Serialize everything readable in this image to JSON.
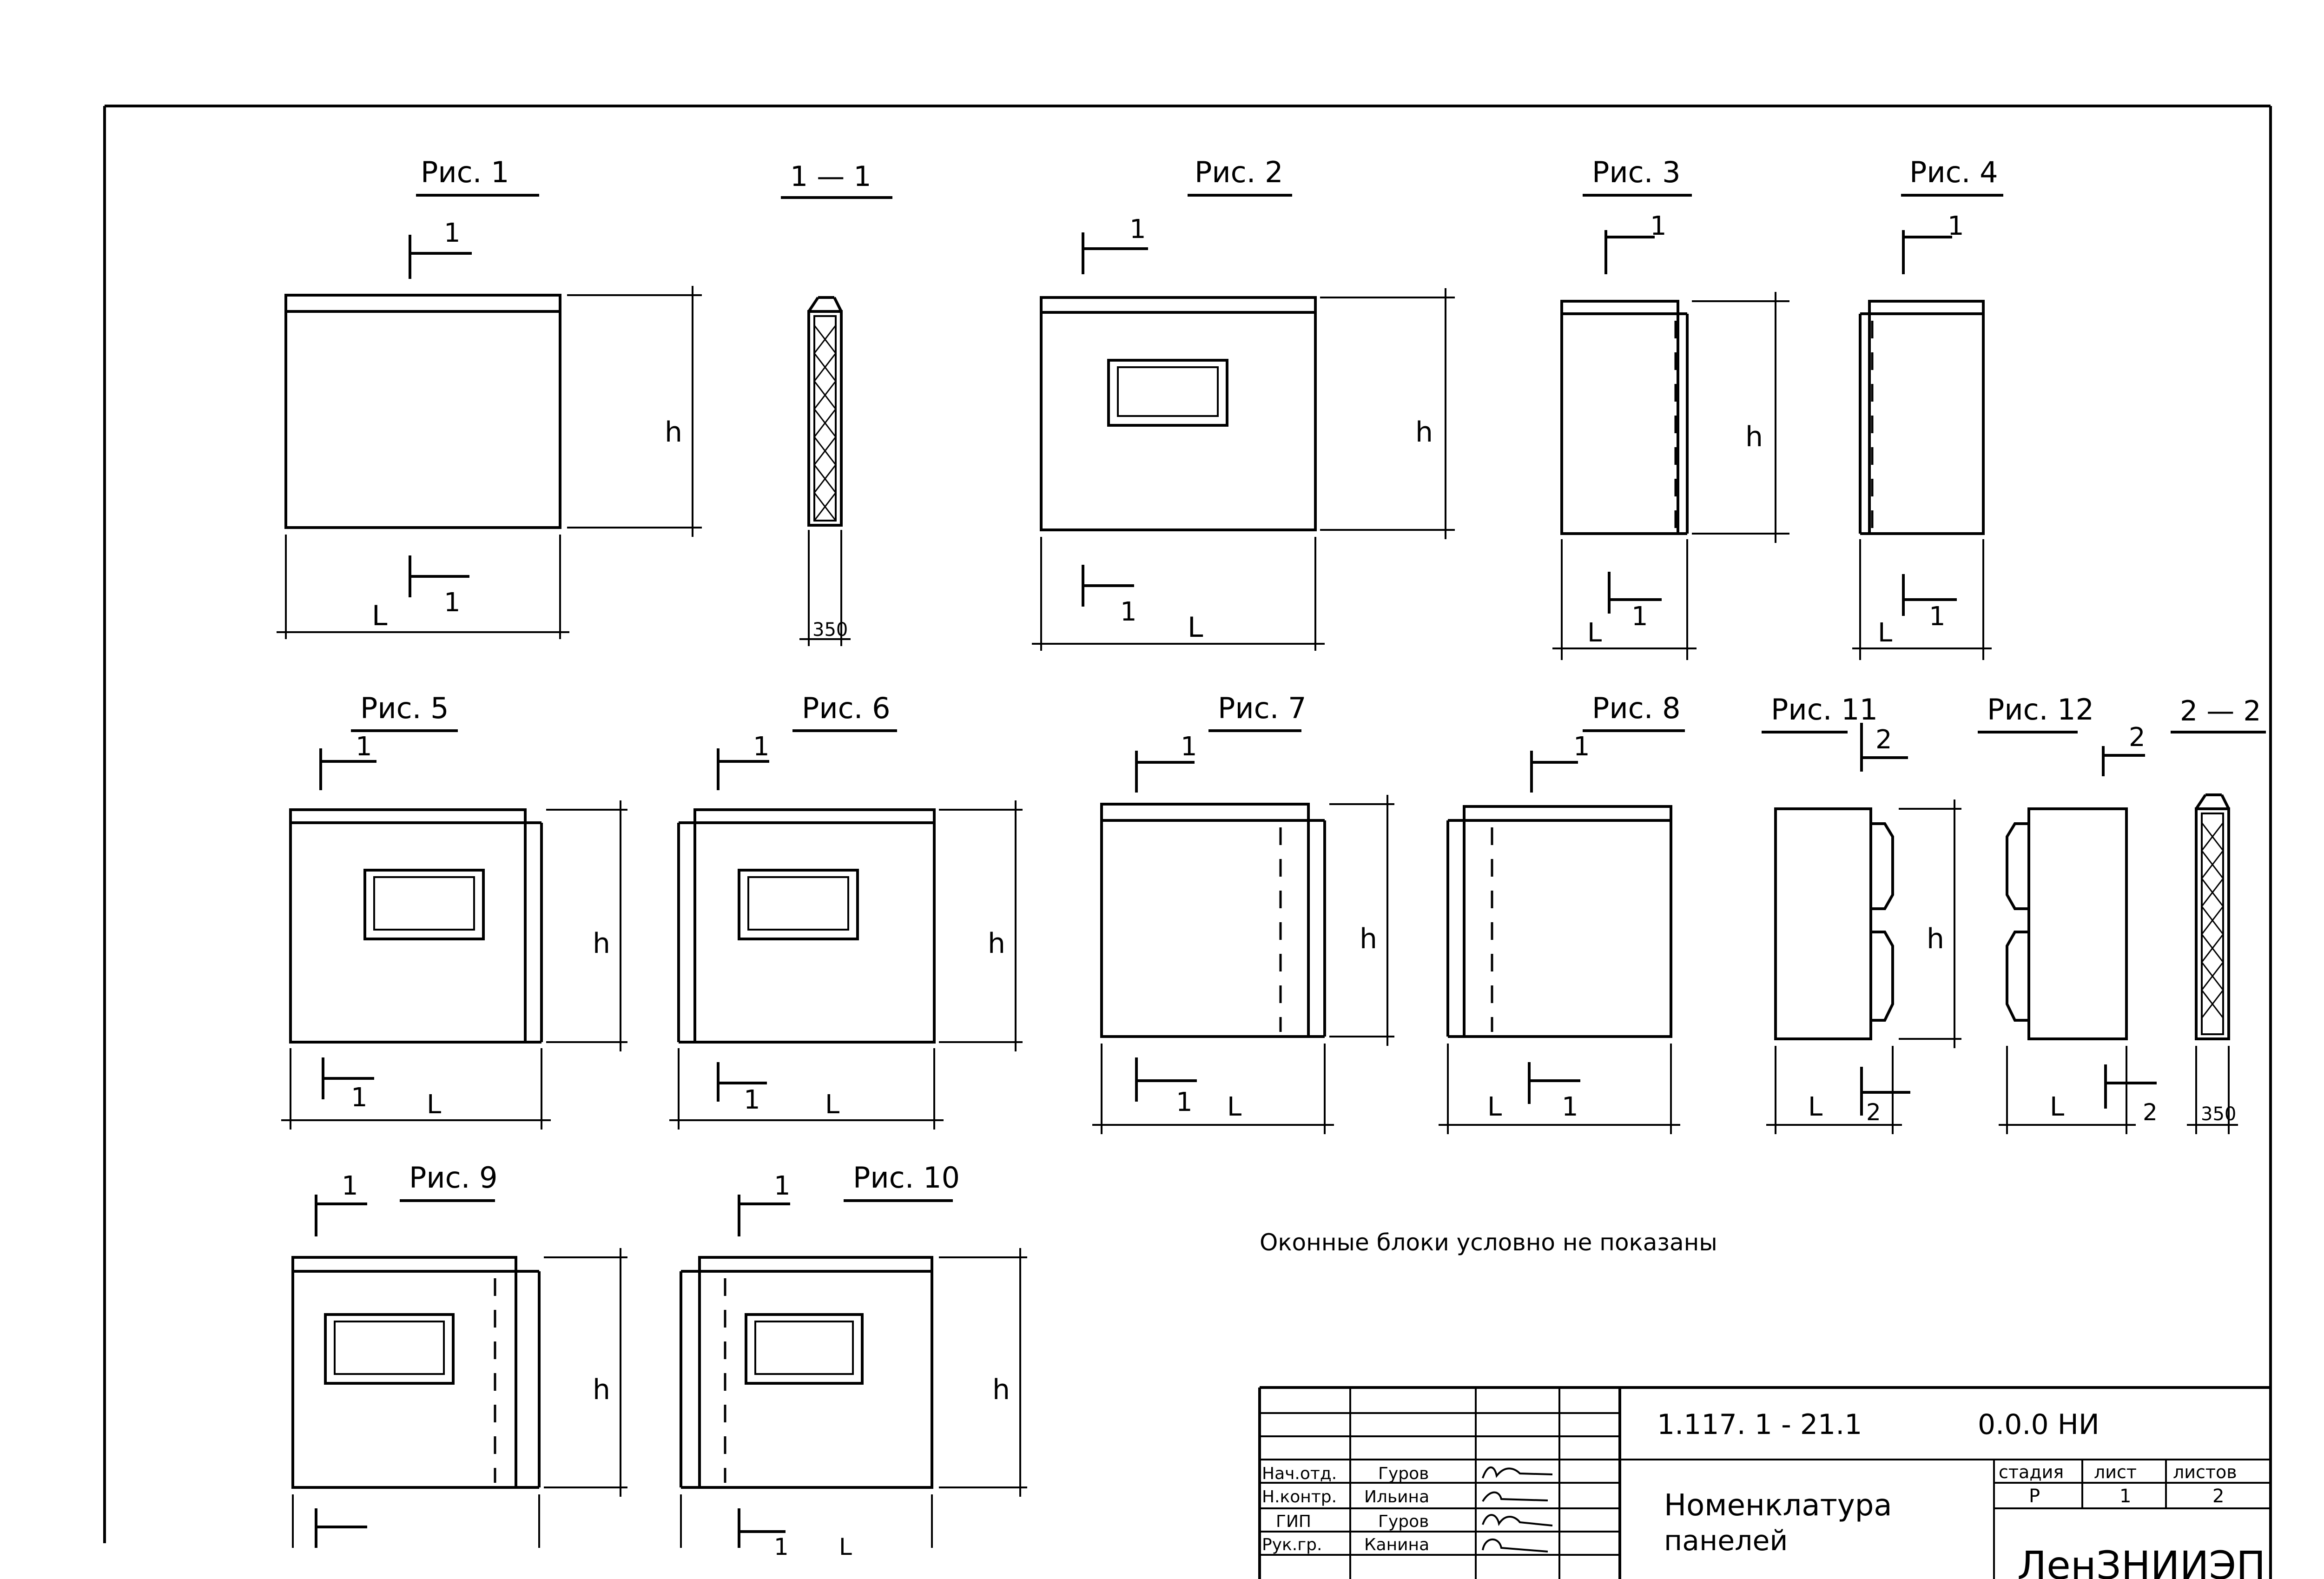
{
  "figure_labels": {
    "fig1": "Рис. 1",
    "sec11": "1 — 1",
    "fig2": "Рис. 2",
    "fig3": "Рис. 3",
    "fig4": "Рис. 4",
    "fig5": "Рис. 5",
    "fig6": "Рис. 6",
    "fig7": "Рис. 7",
    "fig8": "Рис. 8",
    "fig9": "Рис. 9",
    "fig10": "Рис. 10",
    "fig11": "Рис. 11",
    "fig12": "Рис. 12",
    "sec22": "2 — 2"
  },
  "marks": {
    "one": "1",
    "two": "2",
    "L": "L",
    "h": "h",
    "thickness": "350"
  },
  "note": "Оконные блоки условно не показаны",
  "title_block": {
    "code": "1.117. 1 - 21.1",
    "doc": "0.0.0 НИ",
    "title_line1": "Номенклатура",
    "title_line2": "панелей",
    "stage_header": "стадия",
    "sheet_header": "лист",
    "sheets_header": "листов",
    "stage": "Р",
    "sheet": "1",
    "sheets": "2",
    "org": "ЛенЗНИИЭП",
    "roles": [
      "Нач.отд.",
      "Н.контр.",
      "ГИП",
      "Рук.гр."
    ],
    "names": [
      "Гуров",
      "Ильина",
      "Гуров",
      "Канина"
    ]
  }
}
